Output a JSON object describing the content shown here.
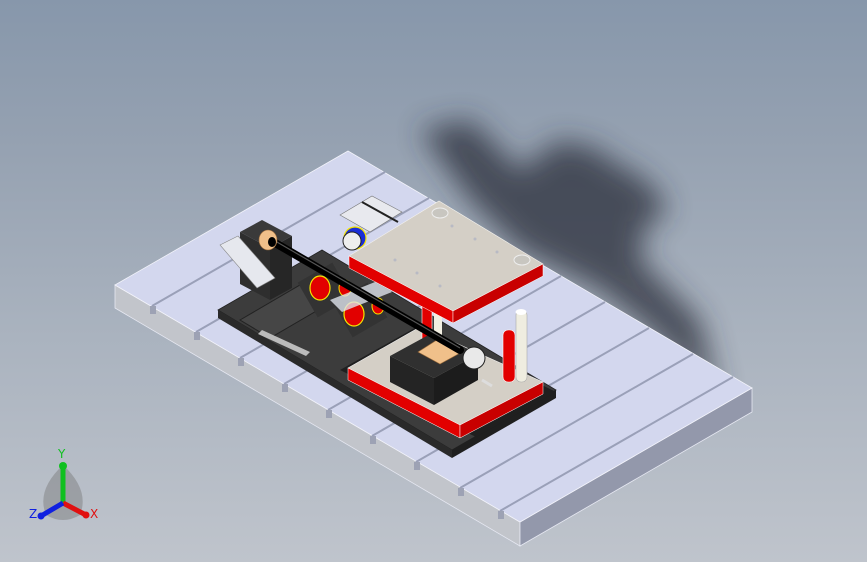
{
  "viewport": {
    "view": "Isometric",
    "background_top": "#8797ab",
    "background_bottom": "#bfc4cc"
  },
  "model": {
    "description": "Fixture assembly on T-slot machine table",
    "colors": {
      "table_top": "#d3d7ee",
      "table_side_left": "#c2c5cb",
      "table_side_right": "#9398ab",
      "base_plate": "#3a3a3a",
      "plate_top": "#d4cfc6",
      "plate_edge": "#e20000",
      "rod": "#0a0a0a",
      "bushing": "#f0c08a",
      "accent_blue": "#1a2ed6",
      "accent_yellow": "#f5e400"
    }
  },
  "triad": {
    "x_label": "X",
    "y_label": "Y",
    "z_label": "Z",
    "x_color": "#e01010",
    "y_color": "#10c020",
    "z_color": "#1020e0"
  }
}
